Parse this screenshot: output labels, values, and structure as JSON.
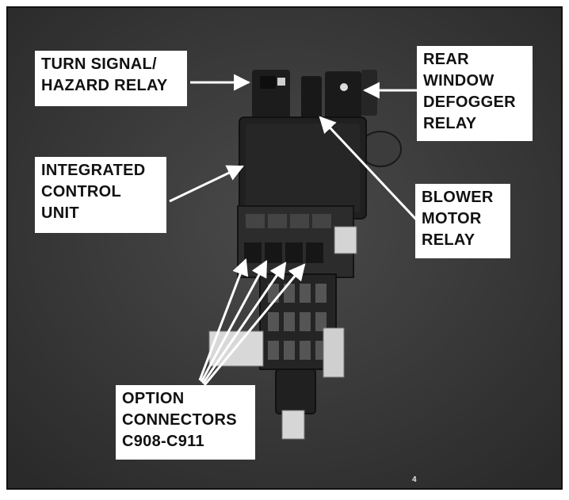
{
  "labels": {
    "turn_signal": [
      "TURN SIGNAL/",
      "HAZARD RELAY"
    ],
    "rear_window": [
      "REAR",
      "WINDOW",
      "DEFOGGER",
      "RELAY"
    ],
    "icu": [
      "INTEGRATED",
      "CONTROL",
      "UNIT"
    ],
    "blower": [
      "BLOWER",
      "MOTOR",
      "RELAY"
    ],
    "option": [
      "OPTION",
      "CONNECTORS",
      "C908-C911"
    ]
  },
  "page_mark": "4"
}
